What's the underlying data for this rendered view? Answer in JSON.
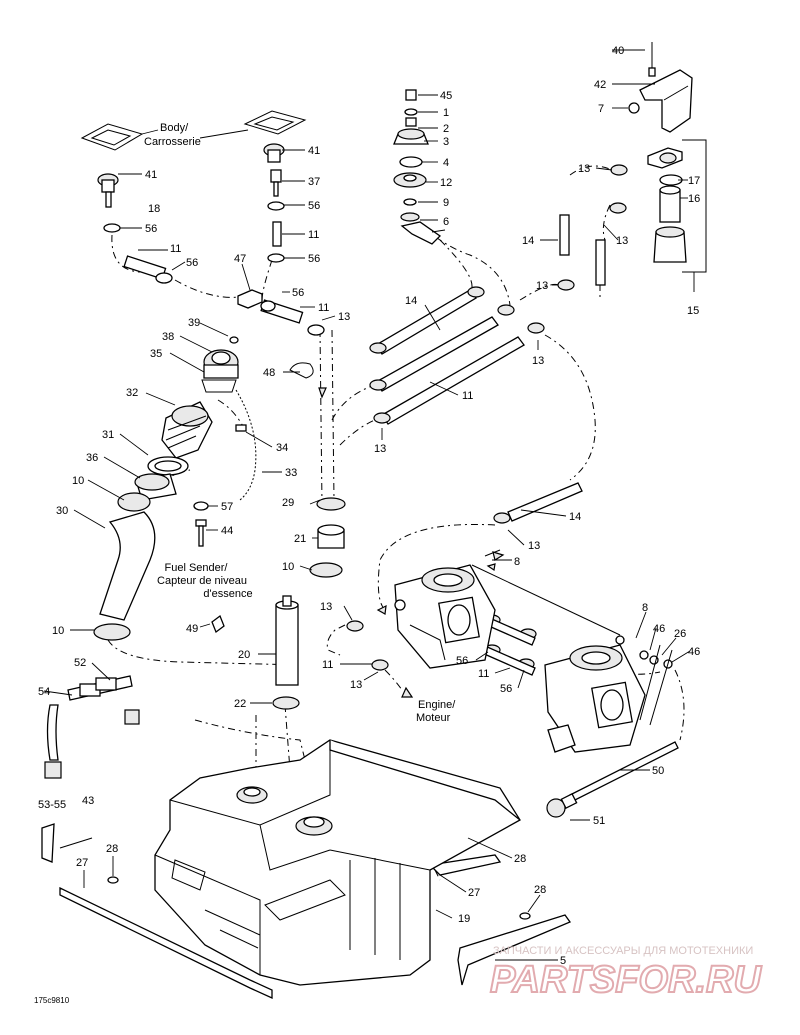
{
  "diagram": {
    "callouts": [
      {
        "id": "c40",
        "text": "40"
      },
      {
        "id": "c42",
        "text": "42"
      },
      {
        "id": "c7",
        "text": "7"
      },
      {
        "id": "c45",
        "text": "45"
      },
      {
        "id": "c1",
        "text": "1"
      },
      {
        "id": "c2",
        "text": "2"
      },
      {
        "id": "c3",
        "text": "3"
      },
      {
        "id": "c4",
        "text": "4"
      },
      {
        "id": "c12",
        "text": "12"
      },
      {
        "id": "c9",
        "text": "9"
      },
      {
        "id": "c6",
        "text": "6"
      },
      {
        "id": "c13a",
        "text": "13"
      },
      {
        "id": "c17",
        "text": "17"
      },
      {
        "id": "c16",
        "text": "16"
      },
      {
        "id": "c14a",
        "text": "14"
      },
      {
        "id": "c13b",
        "text": "13"
      },
      {
        "id": "c13c",
        "text": "13"
      },
      {
        "id": "c15",
        "text": "15"
      },
      {
        "id": "c41a",
        "text": "41"
      },
      {
        "id": "c37",
        "text": "37"
      },
      {
        "id": "c56a",
        "text": "56"
      },
      {
        "id": "c11a",
        "text": "11"
      },
      {
        "id": "c56b",
        "text": "56"
      },
      {
        "id": "c41b",
        "text": "41"
      },
      {
        "id": "c18",
        "text": "18"
      },
      {
        "id": "c56c",
        "text": "56"
      },
      {
        "id": "c11b",
        "text": "11"
      },
      {
        "id": "c56d",
        "text": "56"
      },
      {
        "id": "c47",
        "text": "47"
      },
      {
        "id": "c56e",
        "text": "56"
      },
      {
        "id": "c11c",
        "text": "11"
      },
      {
        "id": "c13d",
        "text": "13"
      },
      {
        "id": "c14b",
        "text": "14"
      },
      {
        "id": "c13e",
        "text": "13"
      },
      {
        "id": "c39",
        "text": "39"
      },
      {
        "id": "c38",
        "text": "38"
      },
      {
        "id": "c35",
        "text": "35"
      },
      {
        "id": "c48",
        "text": "48"
      },
      {
        "id": "c11d",
        "text": "11"
      },
      {
        "id": "c13f",
        "text": "13"
      },
      {
        "id": "c32",
        "text": "32"
      },
      {
        "id": "c34",
        "text": "34"
      },
      {
        "id": "c31",
        "text": "31"
      },
      {
        "id": "c33",
        "text": "33"
      },
      {
        "id": "c36",
        "text": "36"
      },
      {
        "id": "c10a",
        "text": "10"
      },
      {
        "id": "c57",
        "text": "57"
      },
      {
        "id": "c29",
        "text": "29"
      },
      {
        "id": "c30",
        "text": "30"
      },
      {
        "id": "c44",
        "text": "44"
      },
      {
        "id": "c14c",
        "text": "14"
      },
      {
        "id": "c21",
        "text": "21"
      },
      {
        "id": "c13g",
        "text": "13"
      },
      {
        "id": "c10b",
        "text": "10"
      },
      {
        "id": "c8a",
        "text": "8"
      },
      {
        "id": "c49",
        "text": "49"
      },
      {
        "id": "c20",
        "text": "20"
      },
      {
        "id": "c10c",
        "text": "10"
      },
      {
        "id": "c13h",
        "text": "13"
      },
      {
        "id": "c8b",
        "text": "8"
      },
      {
        "id": "c46a",
        "text": "46"
      },
      {
        "id": "c26",
        "text": "26"
      },
      {
        "id": "c46b",
        "text": "46"
      },
      {
        "id": "c56f",
        "text": "56"
      },
      {
        "id": "c11e",
        "text": "11"
      },
      {
        "id": "c56g",
        "text": "56"
      },
      {
        "id": "c11f",
        "text": "11"
      },
      {
        "id": "c13i",
        "text": "13"
      },
      {
        "id": "c52",
        "text": "52"
      },
      {
        "id": "c54",
        "text": "54"
      },
      {
        "id": "c22",
        "text": "22"
      },
      {
        "id": "c50",
        "text": "50"
      },
      {
        "id": "c51",
        "text": "51"
      },
      {
        "id": "c5355",
        "text": "53-55"
      },
      {
        "id": "c43",
        "text": "43"
      },
      {
        "id": "c28a",
        "text": "28"
      },
      {
        "id": "c27a",
        "text": "27"
      },
      {
        "id": "c28b",
        "text": "28"
      },
      {
        "id": "c27b",
        "text": "27"
      },
      {
        "id": "c28c",
        "text": "28"
      },
      {
        "id": "c19",
        "text": "19"
      },
      {
        "id": "c5",
        "text": "5"
      }
    ],
    "annotations": {
      "body_l1": "Body/",
      "body_l2": "Carrosserie",
      "sender_l1": "Fuel Sender/",
      "sender_l2": "Capteur de niveau",
      "sender_l3": "d'essence",
      "engine_l1": "Engine/",
      "engine_l2": "Moteur"
    },
    "figure_code": "175c9810",
    "watermark": {
      "line1": "ЗАПЧАСТИ И АКСЕССУАРЫ ДЛЯ МОТОТЕХНИКИ",
      "line2": "PARTSFOR.RU"
    }
  }
}
